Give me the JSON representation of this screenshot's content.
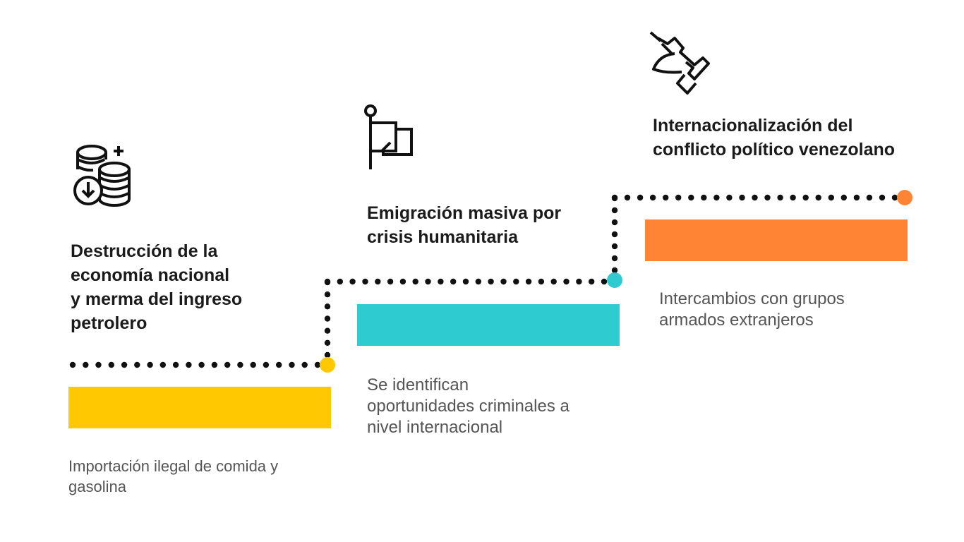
{
  "steps": [
    {
      "heading": "Destrucción de la\neconomía nacional\ny merma del ingreso\npetrolero",
      "description": "Importación ilegal de comida y\ngasolina",
      "color": "#FFC800",
      "icon": "coins-down-icon"
    },
    {
      "heading": "Emigración masiva por\ncrisis humanitaria",
      "description": "Se identifican\noportunidades criminales a\nnivel internacional",
      "color": "#2ECCD0",
      "icon": "flag-icon"
    },
    {
      "heading": "Internacionalización del\nconflicto político venezolano",
      "description": "Intercambios con grupos\narmados extranjeros",
      "color": "#FF8534",
      "icon": "rifle-icon"
    }
  ],
  "colors": {
    "dots": "#111111",
    "heading": "#1b1b1b",
    "description": "#555555"
  }
}
